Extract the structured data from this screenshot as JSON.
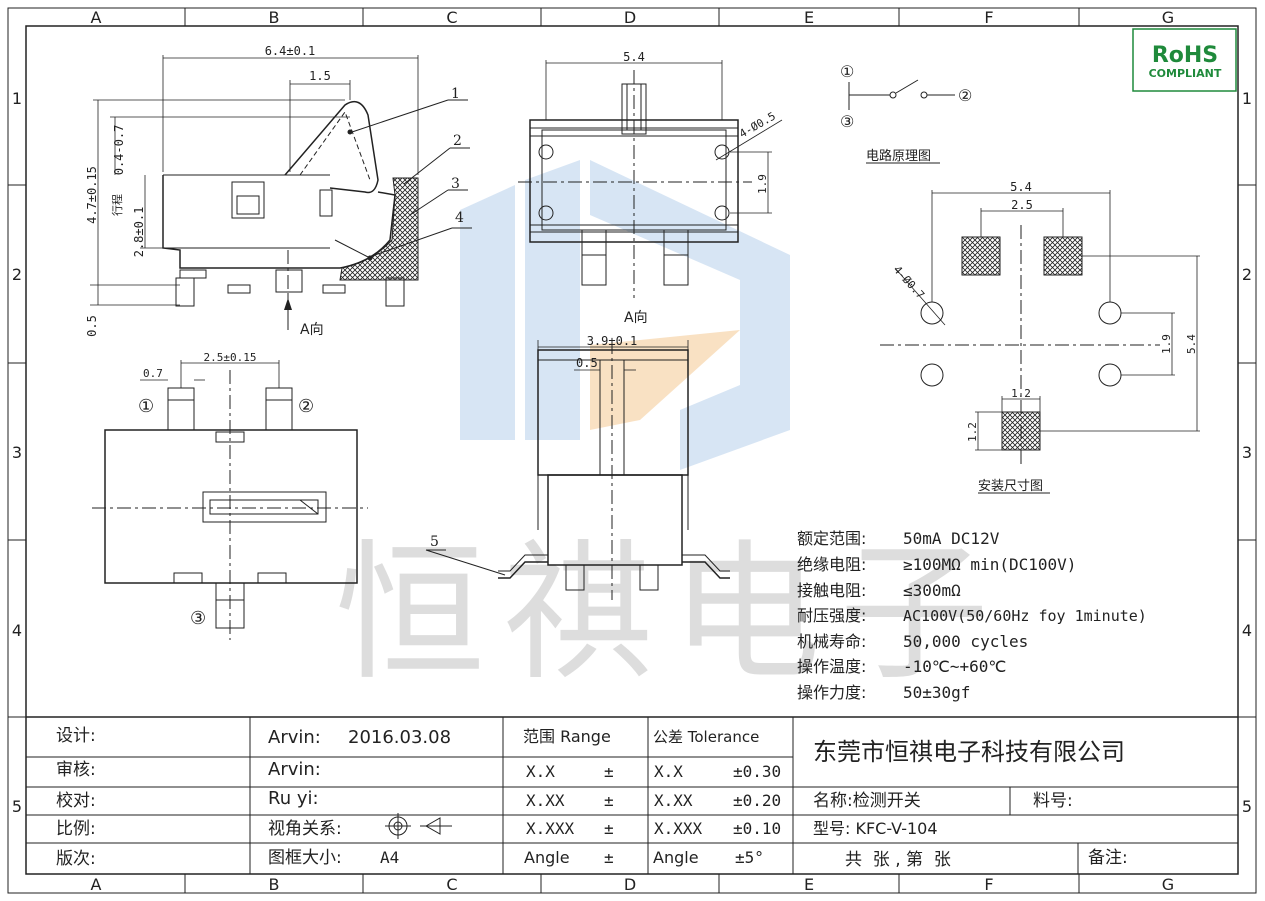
{
  "border": {
    "columns": [
      "A",
      "B",
      "C",
      "D",
      "E",
      "F",
      "G"
    ],
    "rows": [
      "1",
      "2",
      "3",
      "4",
      "5"
    ]
  },
  "rohs": {
    "line1": "RoHS",
    "line2": "COMPLIANT",
    "color": "#1f8a3b"
  },
  "watermark": {
    "text": "恒祺电子",
    "logo_blue": "#c9dcf0",
    "logo_orange": "#f7d9b4"
  },
  "side_view": {
    "dim_width": "6.4±0.1",
    "dim_top": "1.5",
    "dim_height": "4.7±0.15",
    "dim_stroke_label": "行程",
    "dim_stroke": "0.4-0.7",
    "dim_body": "2.8±0.1",
    "dim_pin": "0.5",
    "view_label": "A向",
    "callouts": [
      "1",
      "2",
      "3",
      "4"
    ]
  },
  "top_view": {
    "dim_width": "5.4",
    "dim_holes": "4-Ø0.5",
    "dim_pitch": "1.9",
    "view_label": "A向"
  },
  "bottom_view": {
    "dim_pitch": "2.5±0.15",
    "dim_pin": "0.7",
    "pin1": "①",
    "pin2": "②",
    "pin3": "③"
  },
  "front_view": {
    "dim_width": "3.9±0.1",
    "dim_thk": "0.5",
    "callout": "5"
  },
  "circuit": {
    "pin1": "①",
    "pin2": "②",
    "pin3": "③",
    "title": "电路原理图"
  },
  "footprint": {
    "dim_total": "5.4",
    "dim_pad_pitch": "2.5",
    "dim_holes": "4-Ø0.7",
    "dim_v1": "1.9",
    "dim_v2": "5.4",
    "dim_pad_w": "1.2",
    "dim_pad_h": "1.2",
    "title": "安装尺寸图"
  },
  "specs": [
    {
      "label": "额定范围:",
      "value": "50mA DC12V"
    },
    {
      "label": "绝缘电阻:",
      "value": "≥100MΩ min(DC100V)"
    },
    {
      "label": "接触电阻:",
      "value": "≤300mΩ"
    },
    {
      "label": "耐压强度:",
      "value": "AC100V(50/60Hz  foy  1minute)"
    },
    {
      "label": "机械寿命:",
      "value": "50,000 cycles"
    },
    {
      "label": "操作温度:",
      "value": "-10℃~+60℃"
    },
    {
      "label": "操作力度:",
      "value": "50±30gf"
    }
  ],
  "title_block": {
    "row_labels": [
      "设计:",
      "审核:",
      "校对:",
      "比例:",
      "版次:"
    ],
    "design_name": "Arvin:",
    "design_date": "2016.03.08",
    "review_name": "Arvin:",
    "check_name": "Ru yi:",
    "projection_label": "视角关系:",
    "frame_label": "图框大小:",
    "frame_value": "A4",
    "range_header": "范围 Range",
    "tol_header": "公差 Tolerance",
    "range_rows": [
      {
        "range": "X.X",
        "sign": "±",
        "tol": "X.X",
        "val": "±0.30"
      },
      {
        "range": "X.XX",
        "sign": "±",
        "tol": "X.XX",
        "val": "±0.20"
      },
      {
        "range": "X.XXX",
        "sign": "±",
        "tol": "X.XXX",
        "val": "±0.10"
      },
      {
        "range": "Angle",
        "sign": "±",
        "tol": "Angle",
        "val": "±5°"
      }
    ],
    "company": "东莞市恒祺电子科技有限公司",
    "name_label": "名称:检测开关",
    "material_label": "料号:",
    "model_label": "型号: KFC-V-104",
    "sheet_label": "共  张 , 第  张",
    "remark_label": "备注:"
  }
}
